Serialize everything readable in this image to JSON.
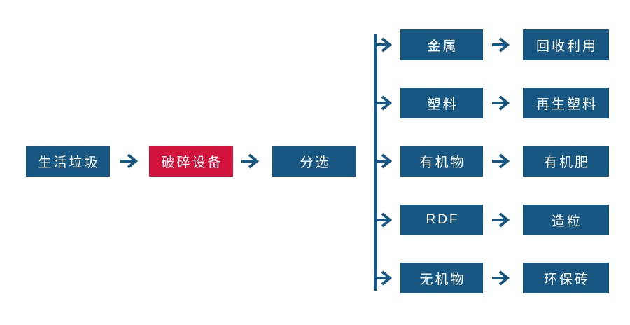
{
  "colors": {
    "background": "#ffffff",
    "box_blue": "#175781",
    "box_red": "#D2143C",
    "arrow": "#175781",
    "text": "#ffffff"
  },
  "main_flow": {
    "nodes": [
      {
        "label": "生活垃圾"
      },
      {
        "label": "破碎设备"
      },
      {
        "label": "分选"
      }
    ]
  },
  "branches": [
    {
      "input": "金属",
      "output": "回收利用"
    },
    {
      "input": "塑料",
      "output": "再生塑料"
    },
    {
      "input": "有机物",
      "output": "有机肥"
    },
    {
      "input": "RDF",
      "output": "造粒"
    },
    {
      "input": "无机物",
      "output": "环保砖"
    }
  ]
}
